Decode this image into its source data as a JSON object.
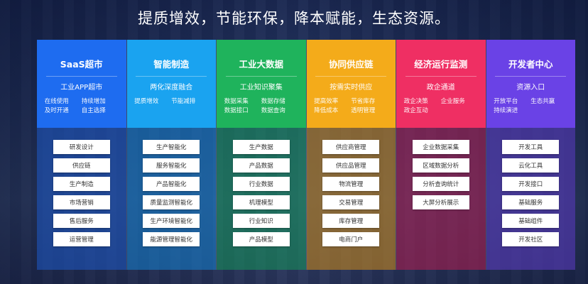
{
  "headline": "提质增效，节能环保，降本赋能，生态资源。",
  "columns": [
    {
      "title": "SaaS超市",
      "subtitle": "工业APP超市",
      "tags": [
        "在线使用",
        "持续增加",
        "及时开通",
        "自主选择"
      ],
      "buttons": [
        "研发设计",
        "供应链",
        "生产制造",
        "市场营销",
        "售后服务",
        "运营管理"
      ]
    },
    {
      "title": "智能制造",
      "subtitle": "两化深度融合",
      "tags": [
        "提质增效",
        "节能减排"
      ],
      "buttons": [
        "生产智能化",
        "服务智能化",
        "产品智能化",
        "质量监测智能化",
        "生产环境智能化",
        "能源管理智能化"
      ]
    },
    {
      "title": "工业大数据",
      "subtitle": "工业知识聚集",
      "tags": [
        "数据采集",
        "数据存储",
        "数据接口",
        "数据查询"
      ],
      "buttons": [
        "生产数据",
        "产品数据",
        "行业数据",
        "机理模型",
        "行业知识",
        "产品模型"
      ]
    },
    {
      "title": "协同供应链",
      "subtitle": "按需实时供应",
      "tags": [
        "提高效率",
        "节省库存",
        "降低成本",
        "透明管理"
      ],
      "buttons": [
        "供应商管理",
        "供应品管理",
        "物流管理",
        "交易管理",
        "库存管理",
        "电商门户"
      ]
    },
    {
      "title": "经济运行监测",
      "subtitle": "政企通道",
      "tags": [
        "政企决策",
        "企业服务",
        "政企互动"
      ],
      "buttons": [
        "企业数据采集",
        "区域数据分析",
        "分析查询统计",
        "大屏分析展示"
      ]
    },
    {
      "title": "开发者中心",
      "subtitle": "资源入口",
      "tags": [
        "开放平台",
        "生态共赢",
        "持续演进"
      ],
      "buttons": [
        "开发工具",
        "云化工具",
        "开发接口",
        "基础服务",
        "基础组件",
        "开发社区"
      ]
    }
  ]
}
